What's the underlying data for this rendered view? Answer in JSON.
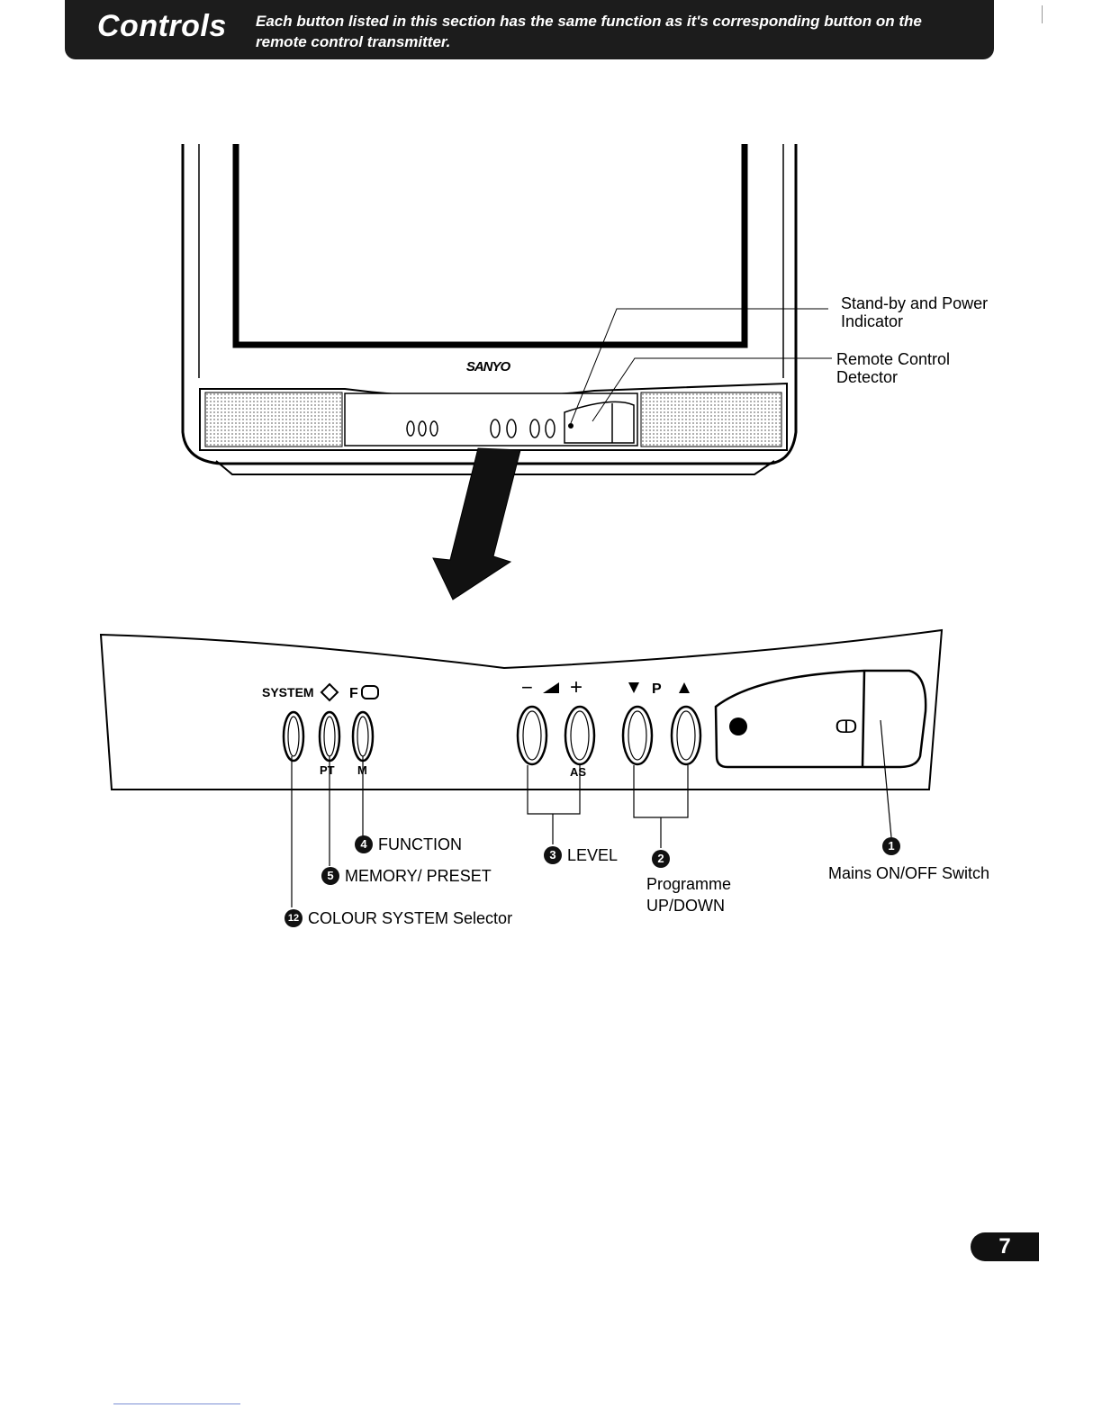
{
  "header": {
    "title": "Controls",
    "description": "Each button listed in this section has the same function as it's corresponding button on the remote control transmitter."
  },
  "tv": {
    "brand": "SANYO"
  },
  "panel_labels": {
    "system": "SYSTEM",
    "f": "F",
    "pt": "PT",
    "m": "M",
    "minus": "−",
    "plus": "+",
    "p": "P",
    "as": "AS",
    "power_symbol": "ↀ"
  },
  "callouts": {
    "standby": "Stand-by and Power Indicator",
    "remote_detector": "Remote Control Detector",
    "function": {
      "num": "4",
      "text": "FUNCTION"
    },
    "memory": {
      "num": "5",
      "text": "MEMORY/ PRESET"
    },
    "colour_system": {
      "num": "12",
      "text": "COLOUR SYSTEM Selector"
    },
    "level": {
      "num": "3",
      "text": "LEVEL"
    },
    "programme": {
      "num": "2",
      "line1": "Programme",
      "line2": "UP/DOWN"
    },
    "mains": {
      "num": "1",
      "text": "Mains ON/OFF Switch"
    }
  },
  "page_number": "7"
}
